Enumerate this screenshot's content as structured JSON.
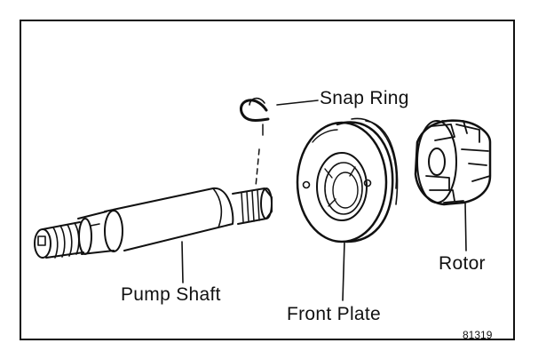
{
  "labels": {
    "snap_ring": "Snap Ring",
    "rotor": "Rotor",
    "pump_shaft": "Pump Shaft",
    "front_plate": "Front Plate"
  },
  "figure_ref": "81319",
  "colors": {
    "ink": "#111111",
    "paper": "#ffffff"
  }
}
